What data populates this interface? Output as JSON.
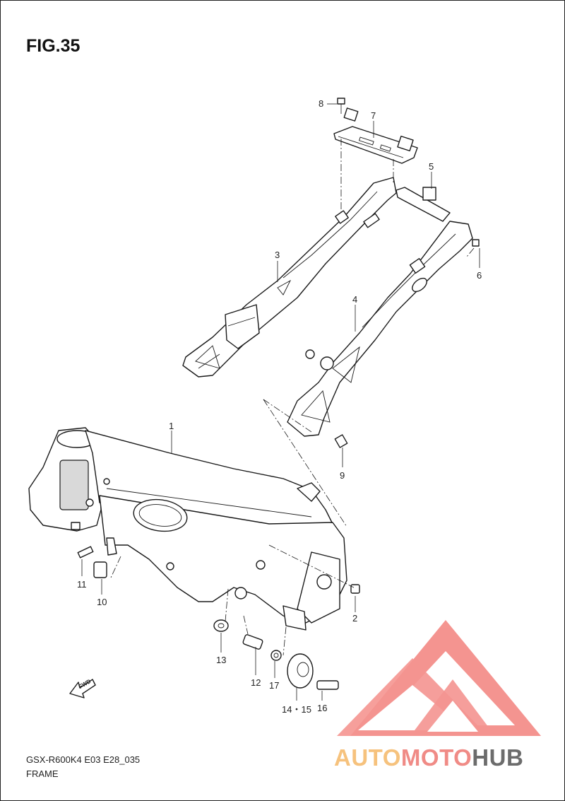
{
  "figure": {
    "title": "FIG.35"
  },
  "callouts": [
    {
      "id": "c1",
      "label": "1"
    },
    {
      "id": "c2",
      "label": "2"
    },
    {
      "id": "c3",
      "label": "3"
    },
    {
      "id": "c4",
      "label": "4"
    },
    {
      "id": "c5",
      "label": "5"
    },
    {
      "id": "c6",
      "label": "6"
    },
    {
      "id": "c7",
      "label": "7"
    },
    {
      "id": "c8",
      "label": "8"
    },
    {
      "id": "c9",
      "label": "9"
    },
    {
      "id": "c10",
      "label": "10"
    },
    {
      "id": "c11",
      "label": "11"
    },
    {
      "id": "c12",
      "label": "12"
    },
    {
      "id": "c13",
      "label": "13"
    },
    {
      "id": "c14",
      "label": "14・15"
    },
    {
      "id": "c16",
      "label": "16"
    },
    {
      "id": "c17",
      "label": "17"
    }
  ],
  "direction_marker": {
    "label": "FWD",
    "icon": "arrow-left-icon"
  },
  "footer": {
    "model_code": "GSX-R600K4  E03 E28_035",
    "section_name": "FRAME"
  },
  "watermark": {
    "part_a": "AUTO",
    "part_b": "MOTO",
    "part_c": "HUB",
    "colors": {
      "auto": "#f6c27d",
      "moto": "#f08b86",
      "hub": "#6c6c6c",
      "logo": "#f06a64"
    }
  }
}
